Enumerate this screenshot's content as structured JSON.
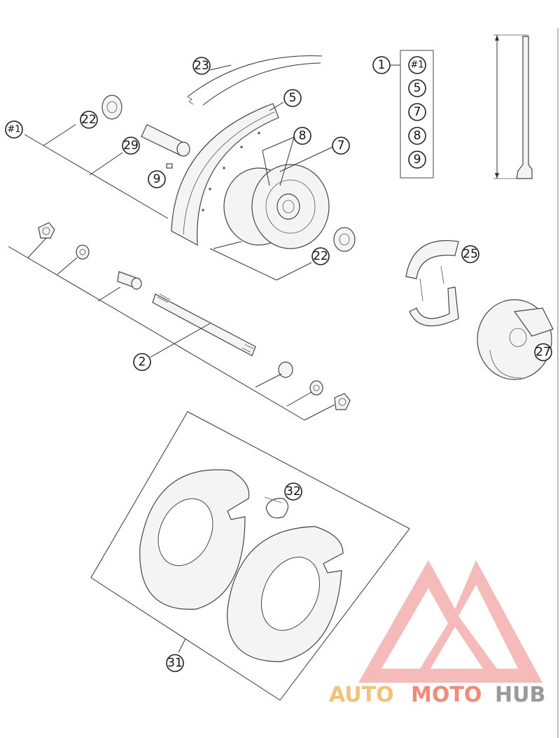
{
  "callouts": {
    "c1": "1",
    "c1_kit_hash": "#1",
    "c1_kit_5": "5",
    "c1_kit_7": "7",
    "c1_kit_8": "8",
    "c1_kit_9": "9",
    "c23": "23",
    "c5": "5",
    "c8": "8",
    "c7": "7",
    "c22a": "22",
    "c22b": "22",
    "c29": "29",
    "c9": "9",
    "c_hash1": "#1",
    "c25": "25",
    "c27": "27",
    "c2": "2",
    "c32": "32",
    "c31": "31"
  },
  "watermark": {
    "auto": "AUTO",
    "moto": "MOTO",
    "hub": "HUB"
  },
  "colors": {
    "logo_red": "#e85a5a",
    "auto": "#f2c27a",
    "moto": "#f08a7a",
    "hub": "#9a9a9a"
  }
}
